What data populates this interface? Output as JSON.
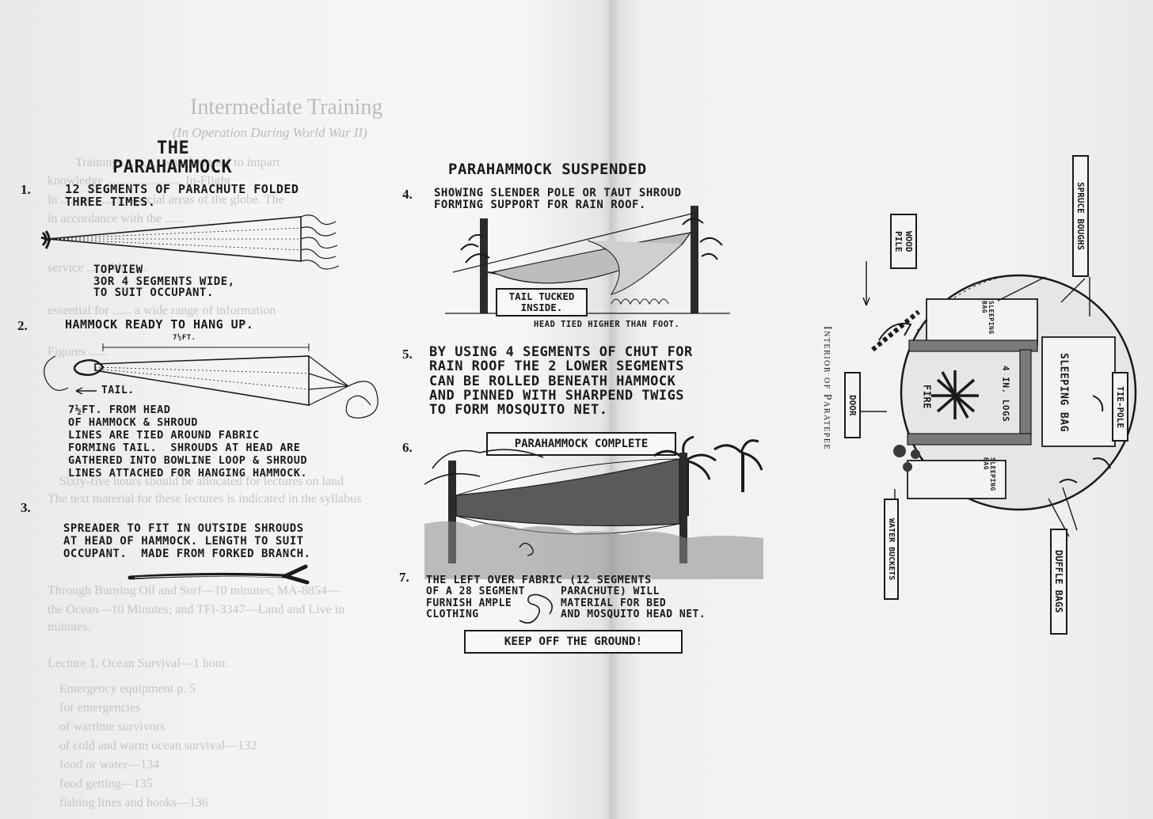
{
  "background_text": {
    "title": "Intermediate Training",
    "subtitle": "(In Operation During World War II)",
    "lines": [
      "Training ............ was designed to impart",
      "knowledge ........................ In-Flight",
      "in ...... at ...... in special areas of the globe. The",
      "in accordance with the ......",
      "service ...... Air ......",
      "essential for ...... a wide range of information",
      "Figures ......",
      "Sixty-five hours should be allocated for lectures on land",
      "The text material for these lectures is indicated in the syllabus",
      "Through Burning Oil and Surf—10 minutes; MA-8854—",
      "the Ocean—10 Minutes; and TFI-3347—Land and Live in",
      "minutes.",
      "Lecture 1. Ocean Survival—1 hour.",
      "Emergency equipment p. 5",
      "for emergencies",
      "of wartime survivors",
      "of cold and warm ocean survival—132",
      "food or water—134",
      "food getting—135",
      "fishing lines and hooks—136"
    ]
  },
  "parahammock": {
    "title_line1": "THE",
    "title_line2": "PARAHAMMOCK",
    "step1": {
      "number": "1.",
      "text": "12 SEGMENTS OF PARACHUTE FOLDED\nTHREE TIMES.",
      "topview": "TOPVIEW\n3OR 4 SEGMENTS WIDE,\nTO SUIT OCCUPANT."
    },
    "step2": {
      "number": "2.",
      "text": "HAMMOCK READY TO HANG UP.",
      "dimension": "7½FT.",
      "tail_label": "TAIL.",
      "notes": "7½FT. FROM HEAD\nOF HAMMOCK & SHROUD\nLINES ARE TIED AROUND FABRIC\nFORMING TAIL.  SHROUDS AT HEAD ARE\nGATHERED INTO BOWLINE LOOP & SHROUD\nLINES ATTACHED FOR HANGING HAMMOCK."
    },
    "step3": {
      "number": "3.",
      "text": "SPREADER TO FIT IN OUTSIDE SHROUDS\nAT HEAD OF HAMMOCK. LENGTH TO SUIT\nOCCUPANT.  MADE FROM FORKED BRANCH."
    }
  },
  "suspended": {
    "title": "PARAHAMMOCK SUSPENDED",
    "step4": {
      "number": "4.",
      "text": "SHOWING SLENDER POLE OR TAUT SHROUD\nFORMING SUPPORT FOR RAIN ROOF.",
      "tail_box": "TAIL TUCKED\nINSIDE.",
      "head_note": "HEAD TIED HIGHER THAN FOOT."
    },
    "step5": {
      "number": "5.",
      "text": "BY USING 4 SEGMENTS OF CHUT FOR\nRAIN ROOF THE 2 LOWER SEGMENTS\nCAN BE ROLLED BENEATH HAMMOCK\nAND PINNED WITH SHARPEND TWIGS\nTO FORM MOSQUITO NET."
    },
    "step6": {
      "number": "6.",
      "box": "PARAHAMMOCK COMPLETE"
    },
    "step7": {
      "number": "7.",
      "line1": "THE LEFT OVER FABRIC (12 SEGMENTS",
      "left": "OF A 28 SEGMENT\nFURNISH AMPLE\nCLOTHING",
      "right": "PARACHUTE) WILL\nMATERIAL FOR BED\nAND MOSQUITO HEAD NET.",
      "box": "KEEP OFF THE GROUND!"
    }
  },
  "paratepee": {
    "caption": "Interior of Paratepee",
    "labels": {
      "spruce": "SPRUCE BOUGHS",
      "wood_pile": "WOOD PILE",
      "door": "DOOR",
      "tie_pole": "TIE-POLE",
      "water": "WATER BUCKETS",
      "duffle": "DUFFLE BAGS",
      "fire": "FIRE",
      "logs": "4 IN. LOGS",
      "sleeping_bag": "SLEEPING BAG",
      "sleeping_small_1": "SLEEPING BAG",
      "sleeping_small_2": "SLEEPING BAG"
    }
  }
}
